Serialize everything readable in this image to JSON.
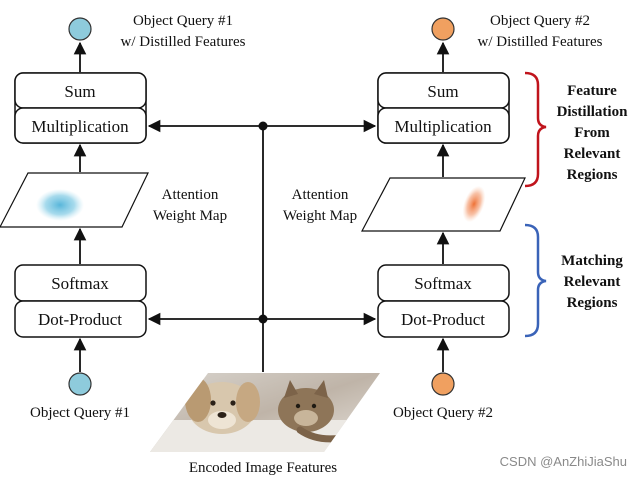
{
  "left": {
    "top_query_label_line1": "Object Query #1",
    "top_query_label_line2": "w/ Distilled Features",
    "sum_label": "Sum",
    "mult_label": "Multiplication",
    "softmax_label": "Softmax",
    "dot_label": "Dot-Product",
    "attn_label_line1": "Attention",
    "attn_label_line2": "Weight Map",
    "bottom_query_label": "Object Query #1",
    "query_color": "#8ecbdc",
    "heat_color": "#5bb7d6"
  },
  "right": {
    "top_query_label_line1": "Object Query #2",
    "top_query_label_line2": "w/ Distilled Features",
    "sum_label": "Sum",
    "mult_label": "Multiplication",
    "softmax_label": "Softmax",
    "dot_label": "Dot-Product",
    "bottom_query_label": "Object Query #2",
    "query_color": "#f0a060",
    "heat_color": "#ef7a3a"
  },
  "center": {
    "attn_label_line1": "Attention",
    "attn_label_line2": "Weight Map",
    "image_label": "Encoded Image Features"
  },
  "annotations": {
    "feature_distillation": [
      "Feature",
      "Distillation",
      "From",
      "Relevant",
      "Regions"
    ],
    "matching": [
      "Matching",
      "Relevant",
      "Regions"
    ],
    "red_color": "#c0141c",
    "blue_color": "#3a63b8"
  },
  "watermark": "CSDN @AnZhiJiaShu"
}
